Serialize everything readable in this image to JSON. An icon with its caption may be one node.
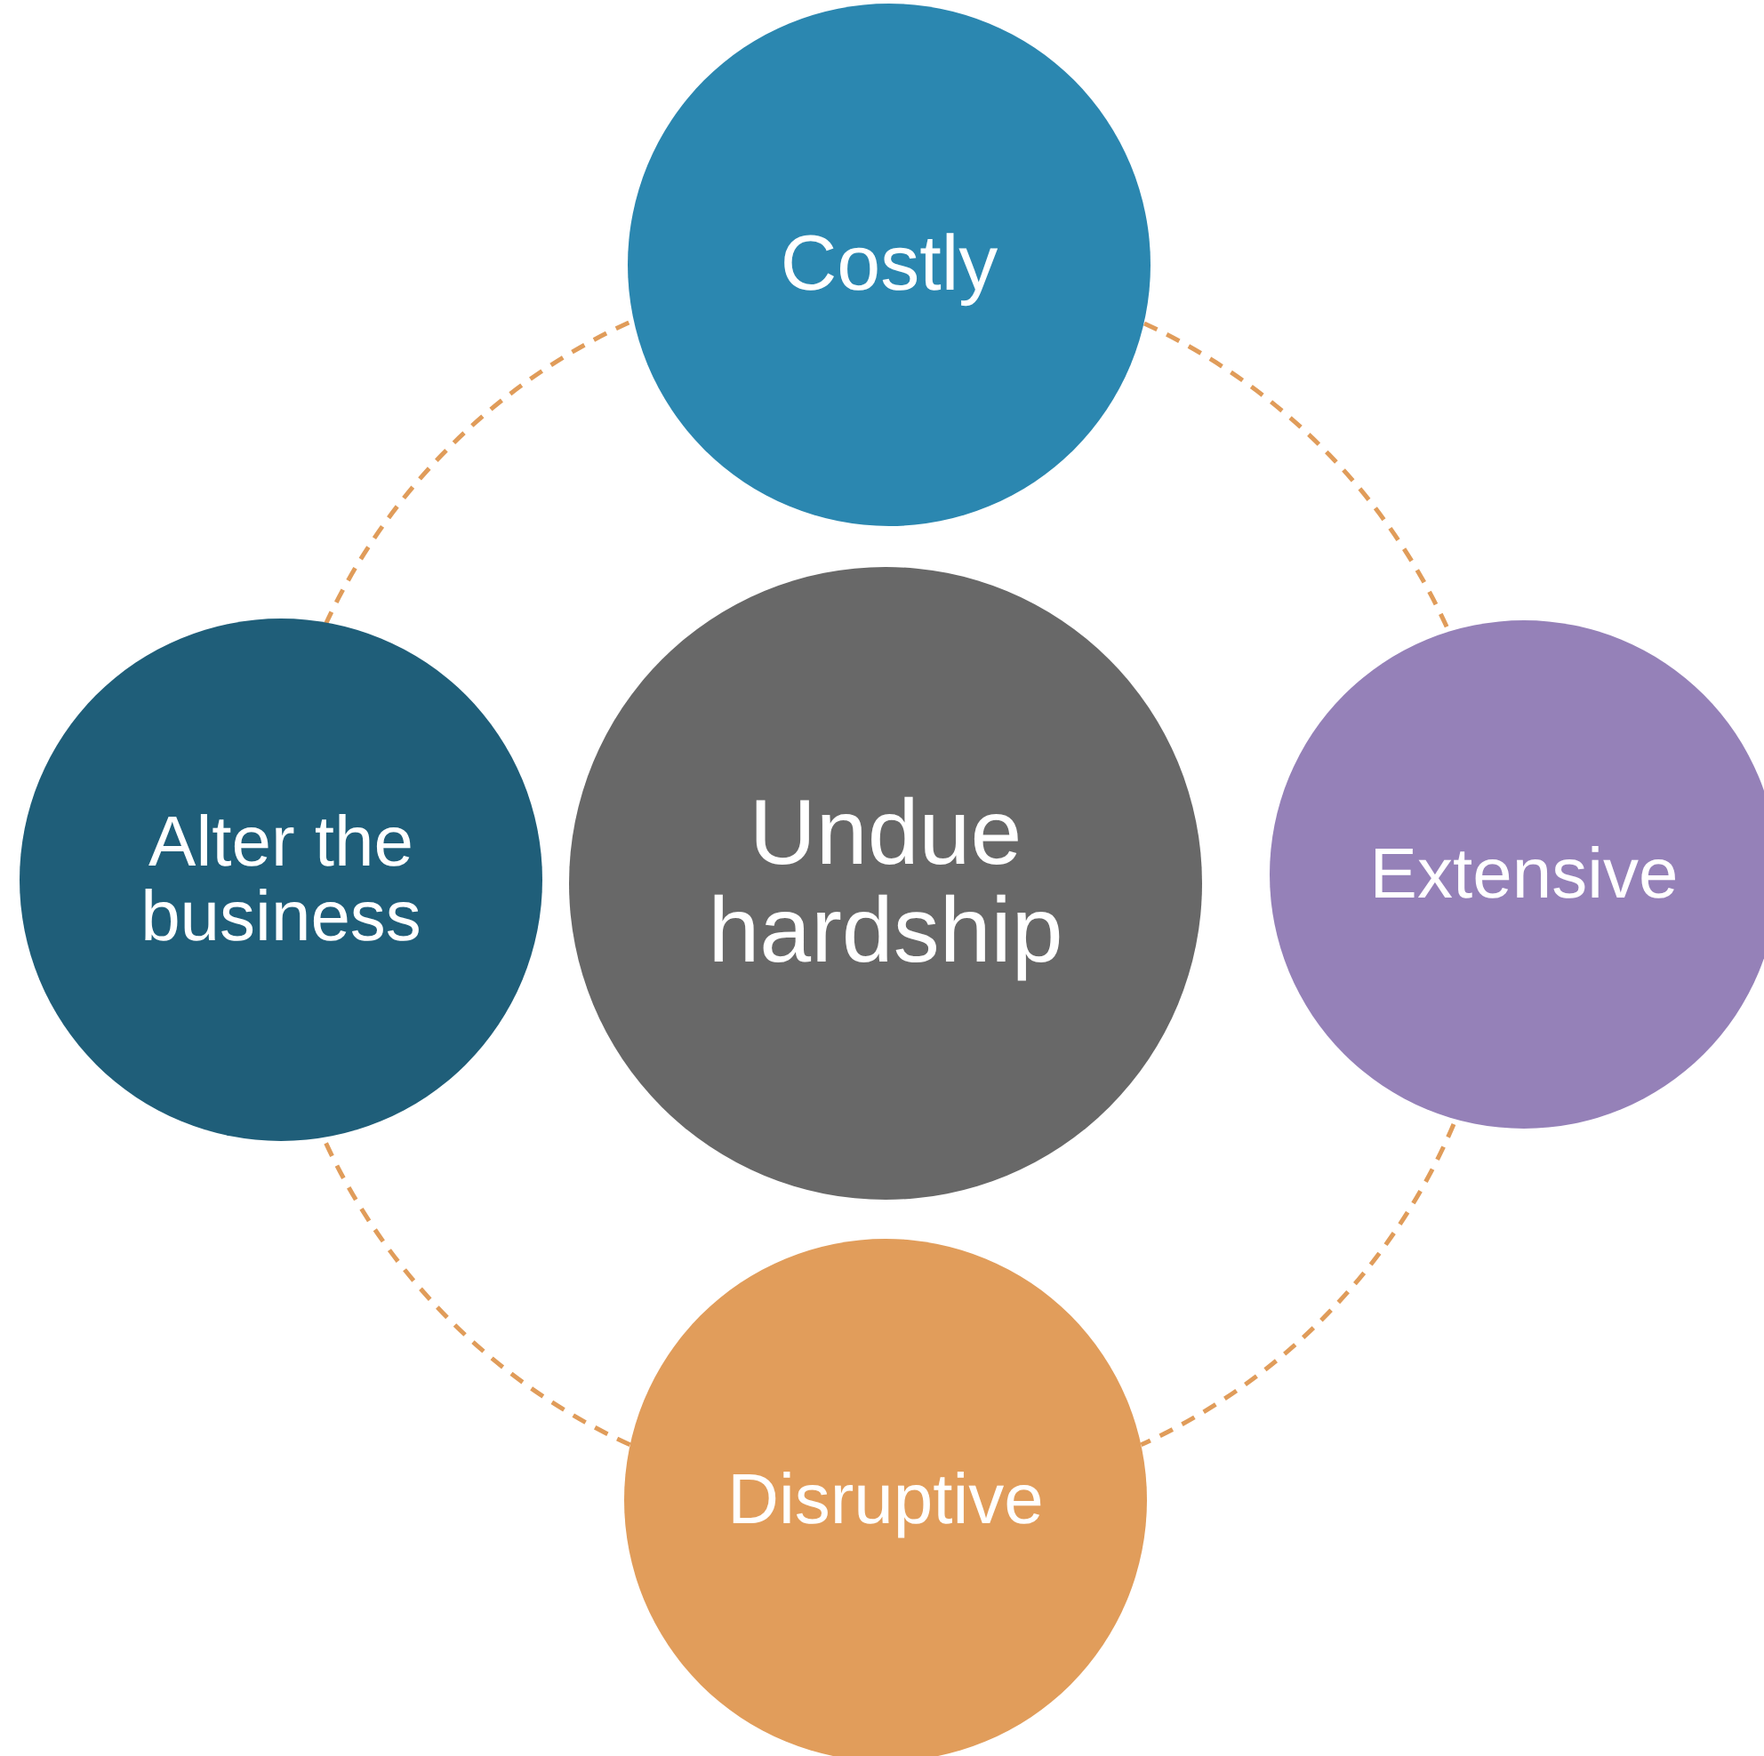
{
  "diagram": {
    "nodes": [
      {
        "text": [
          "Costly"
        ]
      },
      {
        "text": [
          "Alter the business"
        ]
      },
      {
        "text": [
          "Undue hardship"
        ]
      },
      {
        "text": [
          "Extensive"
        ]
      },
      {
        "text": [
          "Disruptive"
        ]
      }
    ],
    "edges": [
      {
        "from": 0,
        "to": 3,
        "arrow": "none",
        "style": "dashed"
      },
      {
        "from": 3,
        "to": 4,
        "arrow": "none",
        "style": "dashed"
      },
      {
        "from": 4,
        "to": 1,
        "arrow": "none",
        "style": "dashed"
      },
      {
        "from": 1,
        "to": 0,
        "arrow": "none",
        "style": "dashed"
      }
    ]
  }
}
